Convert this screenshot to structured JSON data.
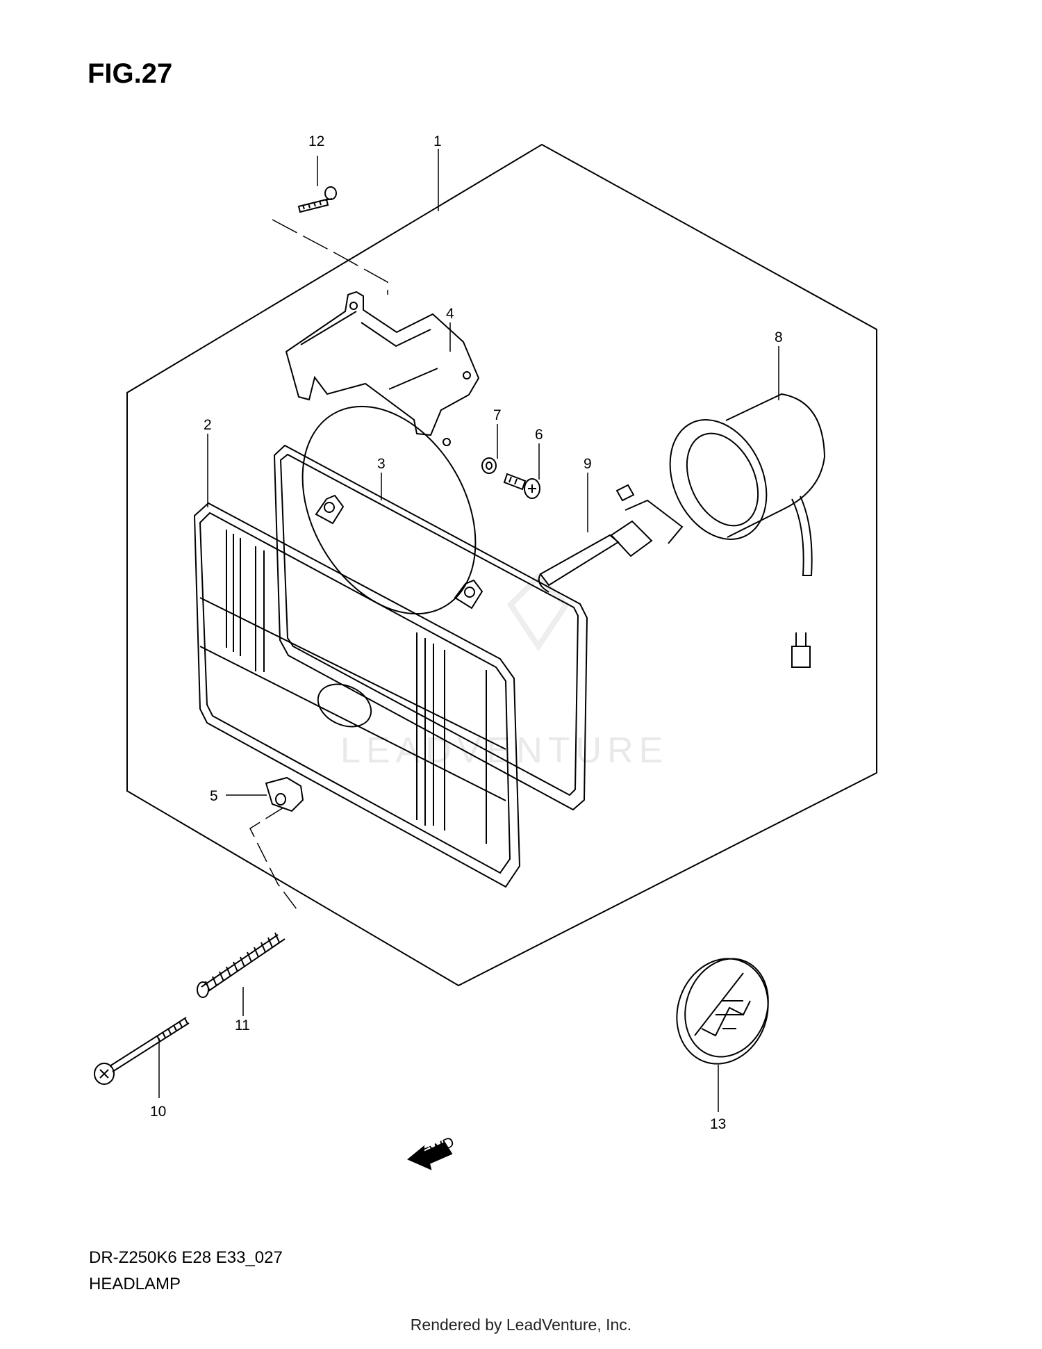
{
  "figure": {
    "title": "FIG.27"
  },
  "diagram": {
    "model_code": "DR-Z250K6 E28 E33_027",
    "assembly_name": "HEADLAMP",
    "watermark": "LEADVENTURE",
    "fwd_label": "FWD",
    "callouts": [
      "1",
      "2",
      "3",
      "4",
      "5",
      "6",
      "7",
      "8",
      "9",
      "10",
      "11",
      "12",
      "13"
    ]
  },
  "footer": {
    "rendered_by": "Rendered by LeadVenture, Inc."
  }
}
